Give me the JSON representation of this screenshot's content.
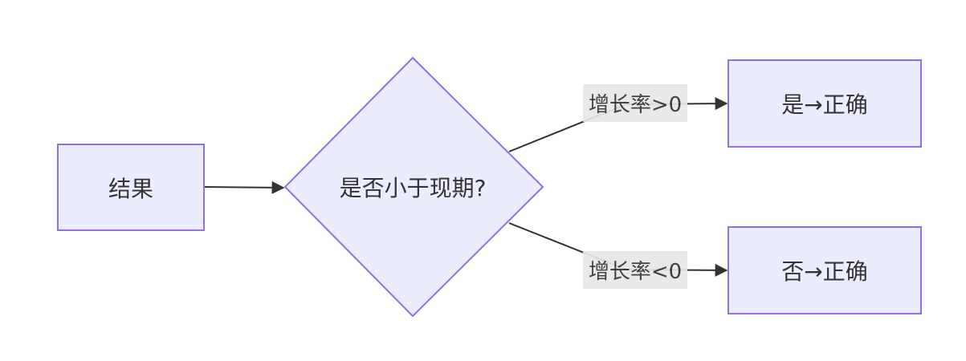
{
  "colors": {
    "node_fill": "#ececff",
    "node_stroke": "#9370db",
    "edge": "#333333",
    "text": "#333333",
    "edge_label_bg": "#e8e8e8"
  },
  "nodes": {
    "result": {
      "label": "结果",
      "shape": "rect"
    },
    "decision": {
      "label": "是否小于现期?",
      "shape": "diamond"
    },
    "yes": {
      "label": "是→正确",
      "shape": "rect"
    },
    "no": {
      "label": "否→正确",
      "shape": "rect"
    }
  },
  "edges": [
    {
      "from": "result",
      "to": "decision",
      "label": ""
    },
    {
      "from": "decision",
      "to": "yes",
      "label": "增长率>0"
    },
    {
      "from": "decision",
      "to": "no",
      "label": "增长率<0"
    }
  ]
}
